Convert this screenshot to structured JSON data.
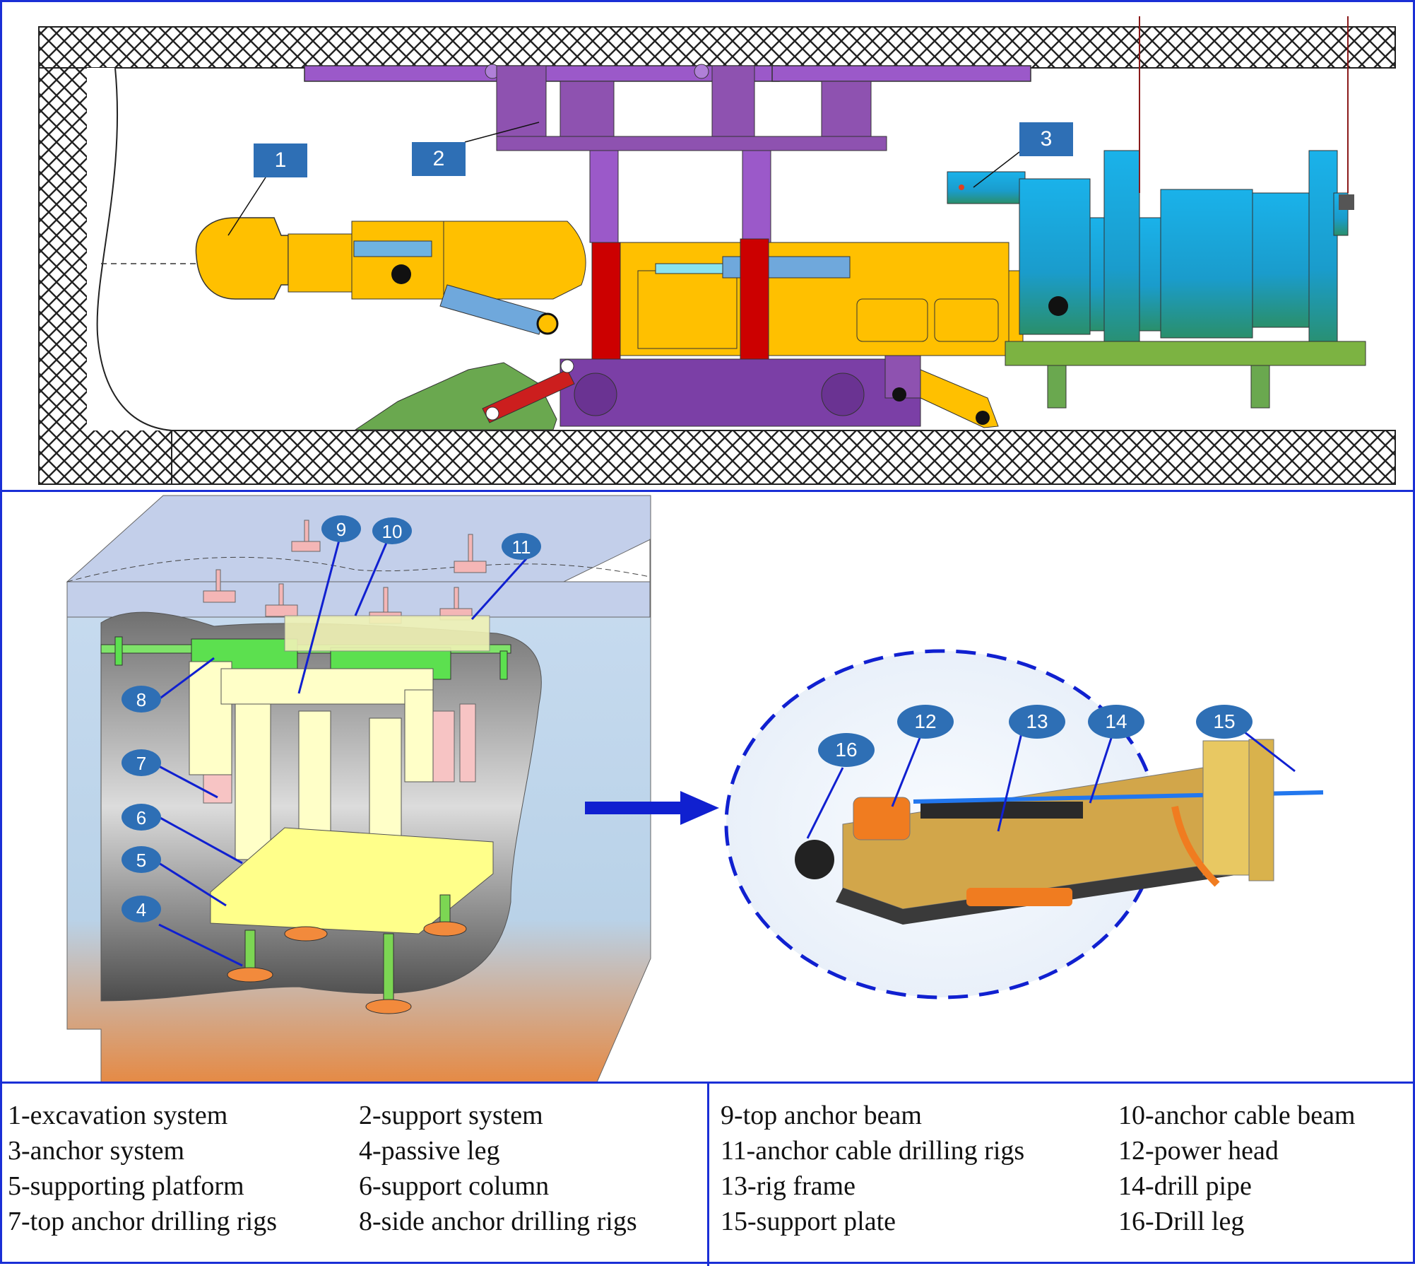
{
  "top_diagram": {
    "labels": [
      {
        "id": "1",
        "text": "1"
      },
      {
        "id": "2",
        "text": "2"
      },
      {
        "id": "3",
        "text": "3"
      }
    ]
  },
  "middle_diagram": {
    "labels": [
      {
        "id": "4",
        "text": "4"
      },
      {
        "id": "5",
        "text": "5"
      },
      {
        "id": "6",
        "text": "6"
      },
      {
        "id": "7",
        "text": "7"
      },
      {
        "id": "8",
        "text": "8"
      },
      {
        "id": "9",
        "text": "9"
      },
      {
        "id": "10",
        "text": "10"
      },
      {
        "id": "11",
        "text": "11"
      }
    ],
    "detail_labels": [
      {
        "id": "12",
        "text": "12"
      },
      {
        "id": "13",
        "text": "13"
      },
      {
        "id": "14",
        "text": "14"
      },
      {
        "id": "15",
        "text": "15"
      },
      {
        "id": "16",
        "text": "16"
      }
    ]
  },
  "legend": {
    "col1": [
      "1-excavation system",
      "3-anchor system",
      "5-supporting platform",
      "7-top anchor drilling rigs"
    ],
    "col2": [
      "2-support system",
      "4-passive leg",
      "6-support column",
      "8-side anchor drilling rigs"
    ],
    "col3": [
      "9-top anchor beam",
      "11-anchor cable drilling rigs",
      "13-rig frame",
      "15-support plate"
    ],
    "col4": [
      "10-anchor cable beam",
      "12-power head",
      "14-drill pipe",
      "16-Drill leg"
    ]
  },
  "colors": {
    "frame_border": "#1a2fd6",
    "label_badge": "#2e6fb5",
    "excavation": "#ffc000",
    "support": "#8e52b0",
    "anchor_system": "#1fa9d6",
    "track": "#7b3fa6",
    "red_column": "#cc0000",
    "green_base": "#7cb342"
  }
}
